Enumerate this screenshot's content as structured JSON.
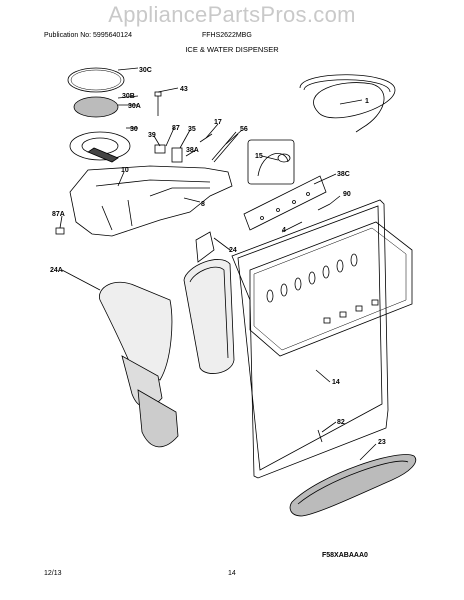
{
  "watermark": "AppliancePartsPros.com",
  "header": {
    "publication": "Publication No: 5995640124",
    "model": "FFHS2622MBG",
    "section": "ICE & WATER DISPENSER"
  },
  "callouts": {
    "c30C": "30C",
    "c30B": "30B",
    "c30A": "30A",
    "c43": "43",
    "c1": "1",
    "c30": "30",
    "c87": "87",
    "c35": "35",
    "c17": "17",
    "c39": "39",
    "c56": "56",
    "c38A": "38A",
    "c15": "15",
    "c10": "10",
    "c38C": "38C",
    "c90": "90",
    "c8": "8",
    "c87A": "87A",
    "c4": "4",
    "c24": "24",
    "c24A": "24A",
    "c14": "14",
    "c82": "82",
    "c23": "23"
  },
  "figure_code": "F58XABAAA0",
  "footer": {
    "date": "12/13",
    "page": "14"
  }
}
